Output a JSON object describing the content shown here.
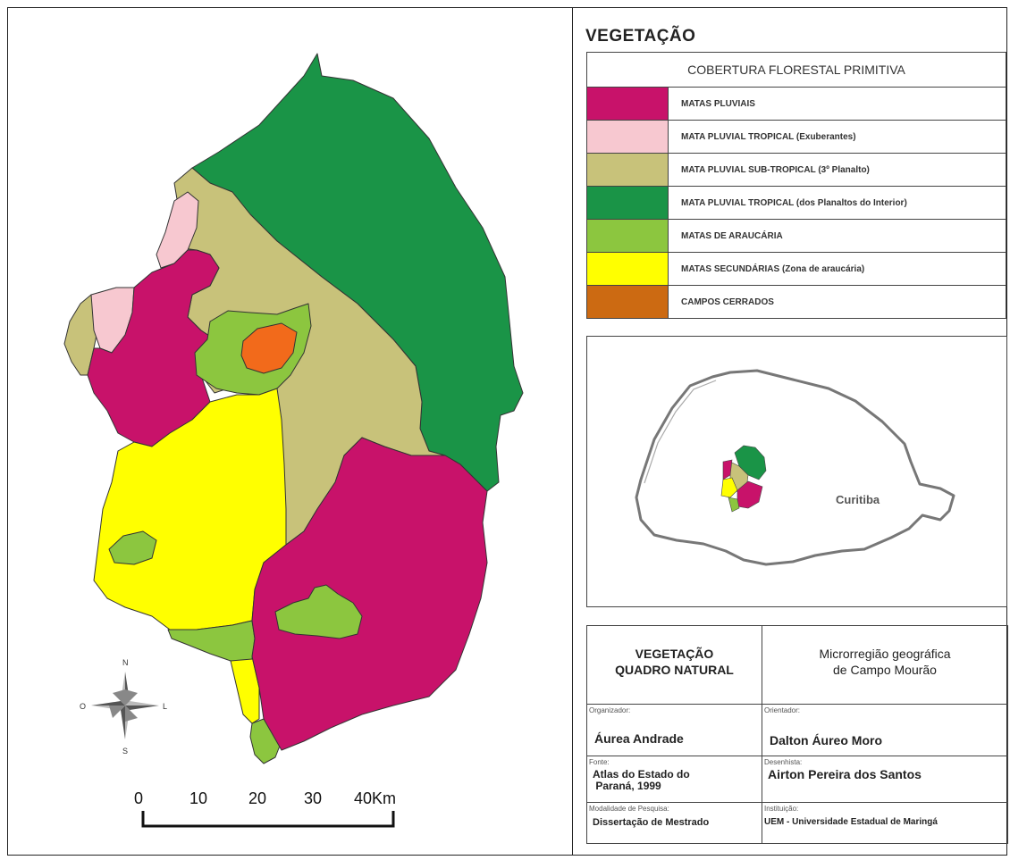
{
  "title": "VEGETAÇÃO",
  "legend": {
    "heading": "COBERTURA FLORESTAL PRIMITIVA",
    "items": [
      {
        "label": "MATAS PLUVIAIS",
        "color": "#c8126a"
      },
      {
        "label": "MATA PLUVIAL TROPICAL (Exuberantes)",
        "color": "#f7c8d0"
      },
      {
        "label": "MATA PLUVIAL SUB-TROPICAL (3º Planalto)",
        "color": "#c8c27a"
      },
      {
        "label": "MATA PLUVIAL TROPICAL (dos Planaltos do Interior)",
        "color": "#1a9447"
      },
      {
        "label": "MATAS DE ARAUCÁRIA",
        "color": "#8cc63f"
      },
      {
        "label": "MATAS SECUNDÁRIAS (Zona de araucária)",
        "color": "#ffff00"
      },
      {
        "label": "CAMPOS CERRADOS",
        "color": "#cc6a12"
      }
    ]
  },
  "colors": {
    "orange_patch": "#f26a1b"
  },
  "compass": {
    "n": "N",
    "s": "S",
    "l": "L",
    "o": "O"
  },
  "scale": {
    "ticks": [
      "0",
      "10",
      "20",
      "30",
      "40Km"
    ]
  },
  "inset": {
    "city": "Curitiba"
  },
  "info": {
    "title_left": [
      "VEGETAÇÃO",
      "QUADRO NATURAL"
    ],
    "title_right": [
      "Microrregião geográfica",
      "de Campo Mourão"
    ],
    "organizador_label": "Organizador:",
    "organizador": "Áurea Andrade",
    "orientador_label": "Orientador:",
    "orientador": "Dalton Áureo Moro",
    "fonte_label": "Fonte:",
    "fonte": [
      "Atlas do Estado do",
      " Paraná, 1999"
    ],
    "desenhista_label": "Desenhista:",
    "desenhista": "Airton Pereira dos Santos",
    "modalidade_label": "Modalidade de Pesquisa:",
    "modalidade": "Dissertação de Mestrado",
    "instituicao_label": "Instituição:",
    "instituicao": "UEM - Universidade Estadual de Maringá"
  }
}
